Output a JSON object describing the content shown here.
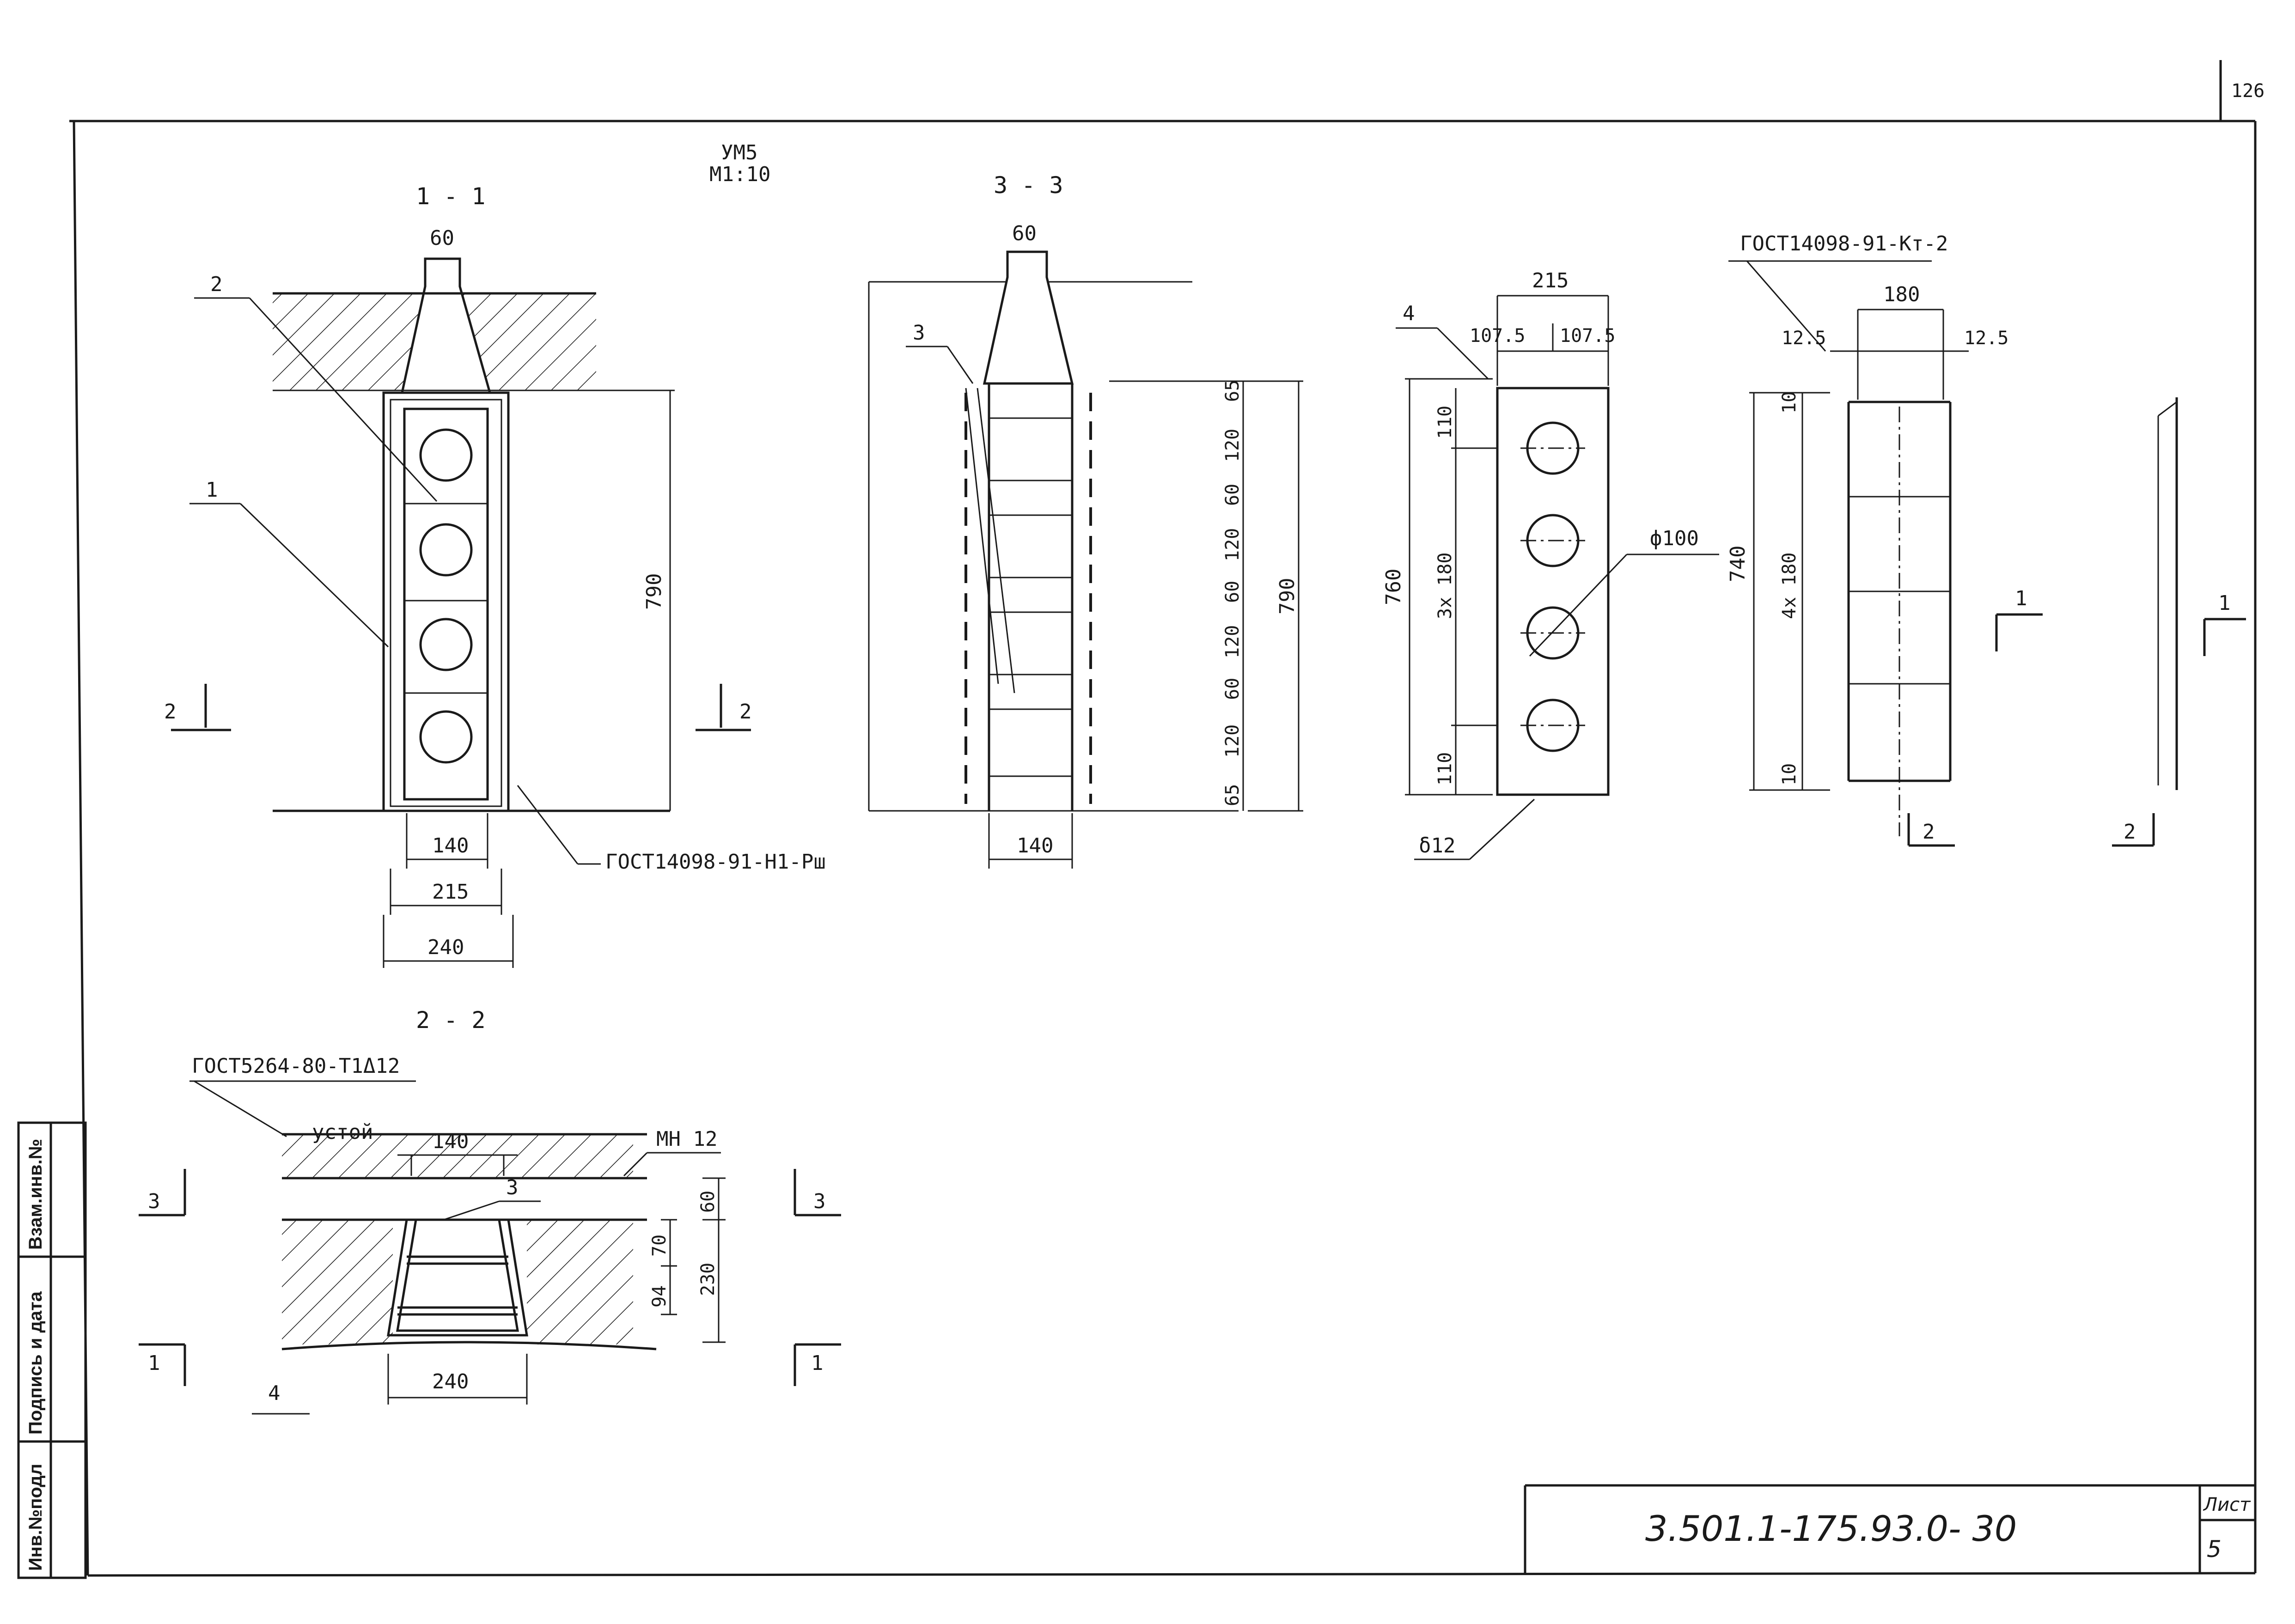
{
  "page_number": "126",
  "header": {
    "code": "УМ5",
    "scale": "М1:10"
  },
  "sections": {
    "s11": "1 - 1",
    "s33": "3 - 3",
    "s22": "2 - 2"
  },
  "view11": {
    "dims": {
      "top": "60",
      "height": "790",
      "d140": "140",
      "d215": "215",
      "d240": "240"
    },
    "callouts": {
      "c1": "1",
      "c2": "2"
    },
    "cut_marks": {
      "left": "2",
      "right": "2"
    },
    "gost": "ГОСТ14098-91-Н1-Рш"
  },
  "view33": {
    "dims": {
      "top": "60",
      "bottom": "140",
      "total": "790"
    },
    "chain": [
      "65",
      "120",
      "60",
      "120",
      "60",
      "120",
      "60",
      "120",
      "65"
    ],
    "callout": "3"
  },
  "plate": {
    "callout": "4",
    "width": "215",
    "half_left": "107.5",
    "half_right": "107.5",
    "height": "760",
    "dim_top": "110",
    "dim_mid": "3x 180",
    "dim_bot": "110",
    "hole": "ф100",
    "thickness": "δ12"
  },
  "frame": {
    "gost": "ГОСТ14098-91-Кт-2",
    "width": "180",
    "edge_left": "12.5",
    "edge_right": "12.5",
    "height": "740",
    "dim_top": "10",
    "dim_mid": "4x 180",
    "dim_bot": "10",
    "mark1": "1",
    "mark2": "2"
  },
  "side_view": {
    "mark1": "1",
    "mark2": "2"
  },
  "view22": {
    "gost": "ГОСТ5264-80-Т1Δ12",
    "ustoy": "устой",
    "mn": "МН 12",
    "dims": {
      "d140": "140",
      "d240": "240",
      "d60": "60",
      "d70": "70",
      "d94": "94",
      "d230": "230"
    },
    "callouts": {
      "c3": "3",
      "c4": "4"
    },
    "cut_marks": {
      "left3": "3",
      "right3": "3",
      "left1": "1",
      "right1": "1"
    }
  },
  "side_stamp": [
    "Инв.№подл",
    "Подпись и дата",
    "Взам.инв.№"
  ],
  "title_block": {
    "doc_number": "3.501.1-175.93.0- 30",
    "sheet_label": "Лист",
    "sheet": "5"
  }
}
